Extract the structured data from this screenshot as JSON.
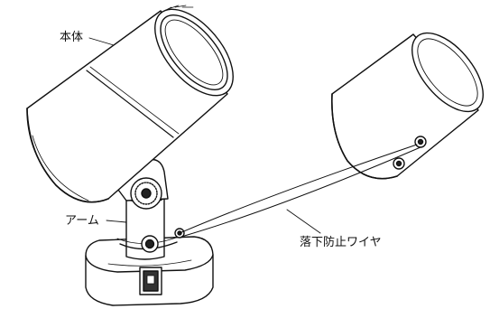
{
  "labels": {
    "body": "本体",
    "arm": "アーム",
    "wire": "落下防止ワイヤ"
  }
}
